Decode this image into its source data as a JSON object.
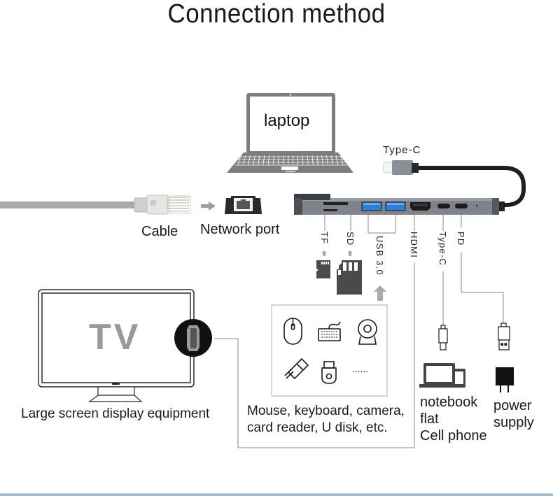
{
  "title": "Connection method",
  "laptop": {
    "label": "laptop"
  },
  "hub": {
    "input_label": "Type-C",
    "ports": [
      {
        "id": "tf",
        "label": "TF"
      },
      {
        "id": "sd",
        "label": "SD"
      },
      {
        "id": "usb",
        "label": "USB 3.0"
      },
      {
        "id": "hdmi",
        "label": "HDMI"
      },
      {
        "id": "typec",
        "label": "Type-C"
      },
      {
        "id": "pd",
        "label": "PD"
      }
    ]
  },
  "network": {
    "cable_label": "Cable",
    "port_label": "Network port"
  },
  "tv": {
    "screen_text": "TV",
    "caption": "Large screen display equipment"
  },
  "usb_devices": {
    "icons": [
      "mouse-icon",
      "keyboard-icon",
      "webcam-icon",
      "usb-flash-drive-icon",
      "usb-key-icon",
      "ellipsis-icon"
    ],
    "ellipsis": "......",
    "caption_line1": "Mouse, keyboard, camera,",
    "caption_line2": "card reader, U disk, etc."
  },
  "typec_devices": {
    "line1": "notebook",
    "line2": "flat",
    "line3": "Cell phone"
  },
  "power": {
    "line1": "power",
    "line2": "supply"
  },
  "colors": {
    "hub_body": "#7c8088",
    "usb_blue": "#2f7fd6",
    "cable": "#a8a8a8",
    "connector_line": "#8a8a8a",
    "icon_dark": "#444444"
  }
}
